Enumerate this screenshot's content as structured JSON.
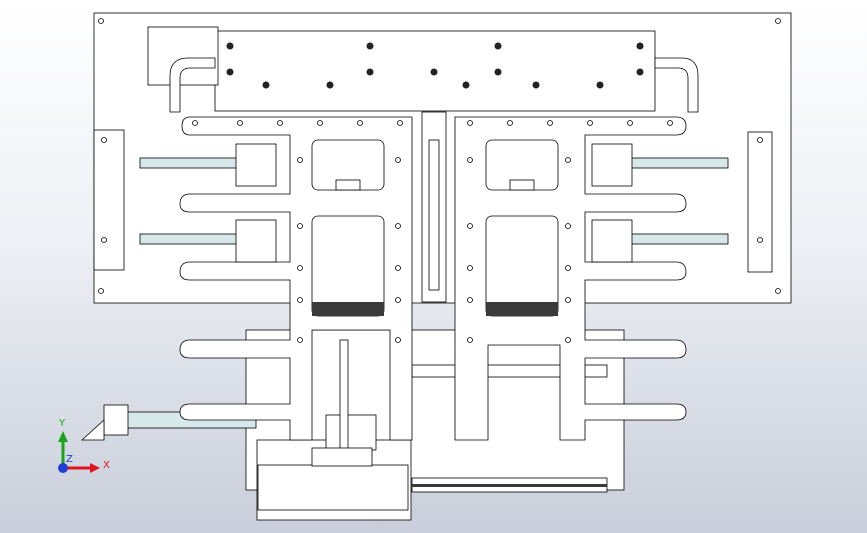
{
  "viewport": {
    "background_top": "#ffffff",
    "background_bottom": "#c9ceda"
  },
  "triad": {
    "x_label": "X",
    "y_label": "Y",
    "z_label": "Z",
    "x_color": "#e0141e",
    "y_color": "#1aa31a",
    "z_color": "#1f3fd6"
  },
  "colors": {
    "line": "#000000",
    "part_fill": "#ffffff",
    "dark_band": "#3a3a3a",
    "rail_fill": "#d7e8ea"
  }
}
